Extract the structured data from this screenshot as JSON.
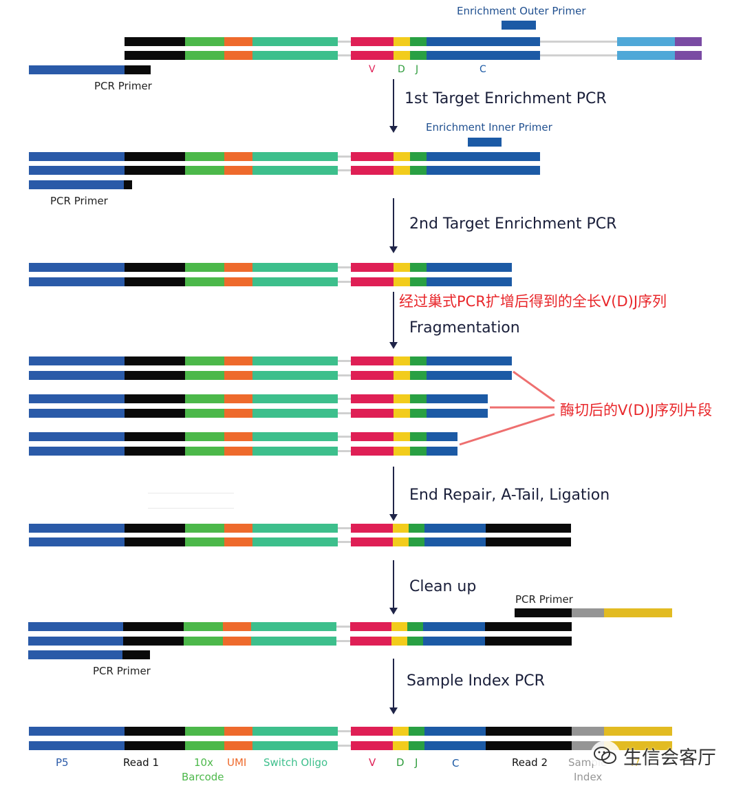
{
  "colors": {
    "p5": "#2a5aa8",
    "read1": "#0a0a0a",
    "barcode": "#4cb84a",
    "umi": "#ee6a2c",
    "switch": "#3dbf8c",
    "gap": "#d0d0d0",
    "v": "#df1f55",
    "d": "#f2cc1c",
    "j": "#29a043",
    "c": "#1c5aa5",
    "read2": "#0a0a0a",
    "sample": "#959595",
    "i7": "#e2bb22",
    "adapter_light": "#4fa8d8",
    "adapter_purple": "#7a4ba3",
    "annotation_red": "#e8262a",
    "callout_line": "#ee6f6f"
  },
  "labels": {
    "enrichment_outer_primer": "Enrichment Outer Primer",
    "enrichment_inner_primer": "Enrichment Inner Primer",
    "pcr_primer": "PCR Primer",
    "v": "V",
    "d": "D",
    "j": "J",
    "c": "C"
  },
  "steps": [
    "1st Target Enrichment PCR",
    "2nd Target Enrichment PCR",
    "Fragmentation",
    "End Repair, A-Tail, Ligation",
    "Clean up",
    "Sample Index PCR"
  ],
  "annotations": {
    "full_length": "经过巢式PCR扩增后得到的全长V(D)J序列",
    "fragments": "酶切后的V(D)J序列片段"
  },
  "legend": {
    "p5": "P5",
    "read1": "Read 1",
    "barcode_top": "10x",
    "barcode_bottom": "Barcode",
    "umi": "UMI",
    "switch_oligo": "Switch Oligo",
    "v": "V",
    "d": "D",
    "j": "J",
    "c": "C",
    "read2": "Read 2",
    "sample_top": "Sample",
    "sample_bottom": "Index",
    "i7": "i7"
  },
  "watermark": "生信会客厅"
}
